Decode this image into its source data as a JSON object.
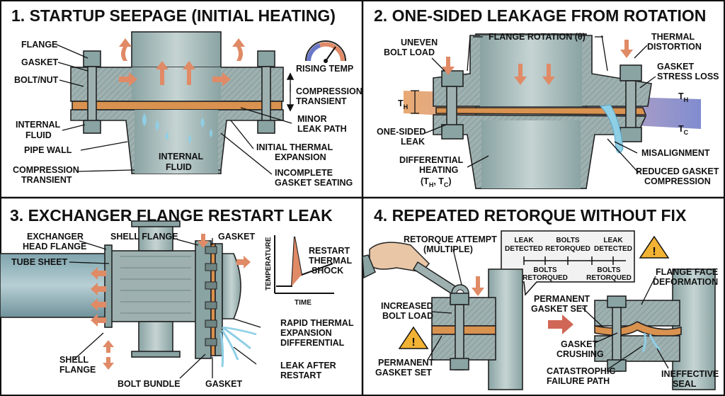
{
  "panels": {
    "p1": {
      "title": "1. STARTUP SEEPAGE (INITIAL HEATING)",
      "labels": {
        "flange": "FLANGE",
        "gasket": "GASKET",
        "bolt_nut": "BOLT/NUT",
        "internal_fluid_left_1": "INTERNAL",
        "internal_fluid_left_2": "FLUID",
        "pipe_wall": "PIPE WALL",
        "compression_transient_left_1": "COMPRESSION",
        "compression_transient_left_2": "TRANSIENT",
        "internal_fluid_center_1": "INTERNAL",
        "internal_fluid_center_2": "FLUID",
        "rising_temp": "RISING TEMP",
        "compression_transient_right_1": "COMPRESSION",
        "compression_transient_right_2": "TRANSIENT",
        "minor_leak_path_1": "MINOR",
        "minor_leak_path_2": "LEAK PATH",
        "initial_thermal_expansion_1": "INITIAL THERMAL",
        "initial_thermal_expansion_2": "EXPANSION",
        "incomplete_gasket_seating_1": "INCOMPLETE",
        "incomplete_gasket_seating_2": "GASKET SEATING"
      }
    },
    "p2": {
      "title": "2. ONE-SIDED LEAKAGE FROM ROTATION",
      "labels": {
        "uneven_bolt_load_1": "UNEVEN",
        "uneven_bolt_load_2": "BOLT LOAD",
        "flange_rotation": "FLANGE ROTATION (θ)",
        "thermal_distortion_1": "THERMAL",
        "thermal_distortion_2": "DISTORTION",
        "gasket_stress_loss_1": "GASKET",
        "gasket_stress_loss_2": "STRESS LOSS",
        "th_left": "T",
        "th_left_sub": "H",
        "th_right": "T",
        "th_right_sub": "H",
        "tc_right": "T",
        "tc_right_sub": "C",
        "one_sided_leak_1": "ONE-SIDED",
        "one_sided_leak_2": "LEAK",
        "differential_heating_1": "DIFFERENTIAL",
        "differential_heating_2": "HEATING",
        "differential_heating_3": "(T",
        "differential_heating_3a": "H",
        "differential_heating_3b": ", T",
        "differential_heating_3c": "C",
        "differential_heating_3d": ")",
        "misalignment": "MISALIGNMENT",
        "reduced_gasket_compression_1": "REDUCED GASKET",
        "reduced_gasket_compression_2": "COMPRESSION"
      }
    },
    "p3": {
      "title": "3. EXCHANGER FLANGE RESTART LEAK",
      "labels": {
        "exchanger_head_flange_1": "EXCHANGER",
        "exchanger_head_flange_2": "HEAD FLANGE",
        "tube_sheet": "TUBE SHEET",
        "shell_flange_top": "SHELL FLANGE",
        "gasket_top": "GASKET",
        "temperature_axis": "TEMPERATURE",
        "time_axis": "TIME",
        "restart_thermal_shock_1": "RESTART",
        "restart_thermal_shock_2": "THERMAL",
        "restart_thermal_shock_3": "SHOCK",
        "rapid_thermal_1": "RAPID THERMAL",
        "rapid_thermal_2": "EXPANSION",
        "rapid_thermal_3": "DIFFERENTIAL",
        "shell_flange_bottom_1": "SHELL",
        "shell_flange_bottom_2": "FLANGE",
        "bolt_bundle": "BOLT BUNDLE",
        "gasket_bottom": "GASKET",
        "leak_after_restart_1": "LEAK AFTER",
        "leak_after_restart_2": "RESTART"
      }
    },
    "p4": {
      "title": "4. REPEATED RETORQUE WITHOUT FIX",
      "labels": {
        "retorque_attempt_1": "RETORQUE ATTEMPT",
        "retorque_attempt_2": "(MULTIPLE)",
        "increased_bolt_load_1": "INCREASED",
        "increased_bolt_load_2": "BOLT LOAD",
        "permanent_gasket_set_left_1": "PERMANENT",
        "permanent_gasket_set_left_2": "GASKET SET",
        "permanent_gasket_set_right_1": "PERMANENT",
        "permanent_gasket_set_right_2": "GASKET SET",
        "flange_face_deformation_1": "FLANGE FACE",
        "flange_face_deformation_2": "DEFORMATION",
        "gasket_crushing_1": "GASKET",
        "gasket_crushing_2": "CRUSHING",
        "catastrophic_failure_path_1": "CATASTROPHIC",
        "catastrophic_failure_path_2": "FAILURE PATH",
        "ineffective_seal_1": "INEFFECTIVE",
        "ineffective_seal_2": "SEAL"
      },
      "timeline": {
        "top": [
          {
            "l1": "LEAK",
            "l2": "DETECTED"
          },
          {
            "l1": "BOLTS",
            "l2": "RETORQUED"
          },
          {
            "l1": "LEAK",
            "l2": "DETECTED"
          }
        ],
        "bottom": [
          {
            "l1": "BOLTS",
            "l2": "RETORQUED"
          },
          {
            "l1": "BOLTS",
            "l2": "RETORQUED"
          }
        ]
      }
    }
  },
  "colors": {
    "steel": "#9eb1b0",
    "steel_dark": "#6f8584",
    "gasket": "#d9924f",
    "fluid": "#6f9ea7",
    "water": "#8ecfe6",
    "arrow": "#e08a66",
    "hot": "#e49a5a",
    "cold": "#6a78c8",
    "warning": "#f2b233"
  }
}
